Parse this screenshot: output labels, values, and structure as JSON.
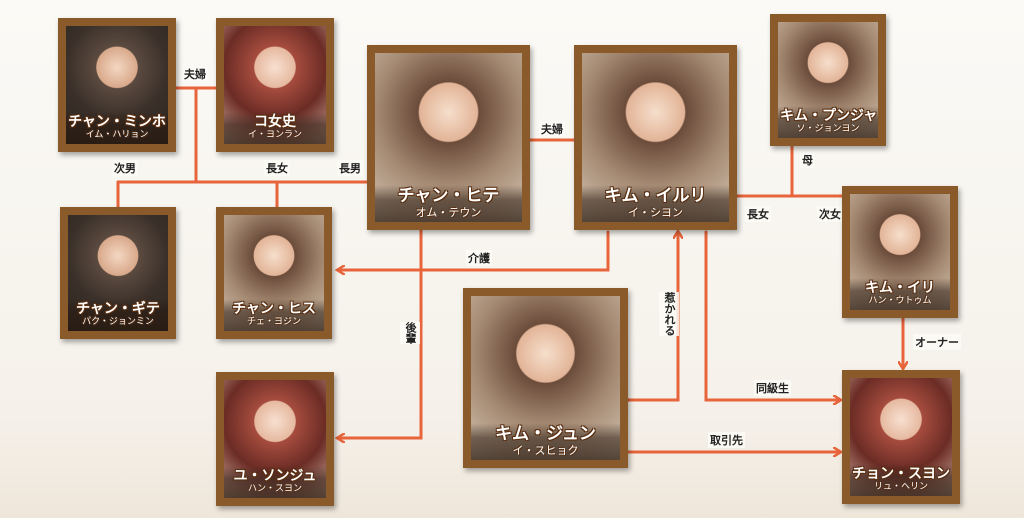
{
  "colors": {
    "line": "#e8643a",
    "frame": "#8b5a2b"
  },
  "characters": {
    "minho": {
      "name": "チャン・ミンホ",
      "actor": "イム・ハリョン"
    },
    "ko": {
      "name": "コ女史",
      "actor": "イ・ヨンラン"
    },
    "hite": {
      "name": "チャン・ヒテ",
      "actor": "オム・テウン"
    },
    "illi": {
      "name": "キム・イルリ",
      "actor": "イ・シヨン"
    },
    "punja": {
      "name": "キム・プンジャ",
      "actor": "ソ・ジョンヨン"
    },
    "gite": {
      "name": "チャン・ギテ",
      "actor": "パク・ジョンミン"
    },
    "hisu": {
      "name": "チャン・ヒス",
      "actor": "チェ・ヨジン"
    },
    "iri": {
      "name": "キム・イリ",
      "actor": "ハン・ウトゥム"
    },
    "jun": {
      "name": "キム・ジュン",
      "actor": "イ・スヒョク"
    },
    "sonju": {
      "name": "ユ・ソンジュ",
      "actor": "ハン・スヨン"
    },
    "suyon": {
      "name": "チョン・スヨン",
      "actor": "リュ・ヘリン"
    }
  },
  "relations": {
    "spouse1": "夫婦",
    "spouse2": "夫婦",
    "second_son": "次男",
    "eldest_daughter1": "長女",
    "eldest_son": "長男",
    "eldest_daughter2": "長女",
    "second_daughter": "次女",
    "mother": "母",
    "care": "介護",
    "junior": "後輩",
    "attracted": "惹かれる",
    "classmate": "同級生",
    "owner": "オーナー",
    "client": "取引先"
  }
}
